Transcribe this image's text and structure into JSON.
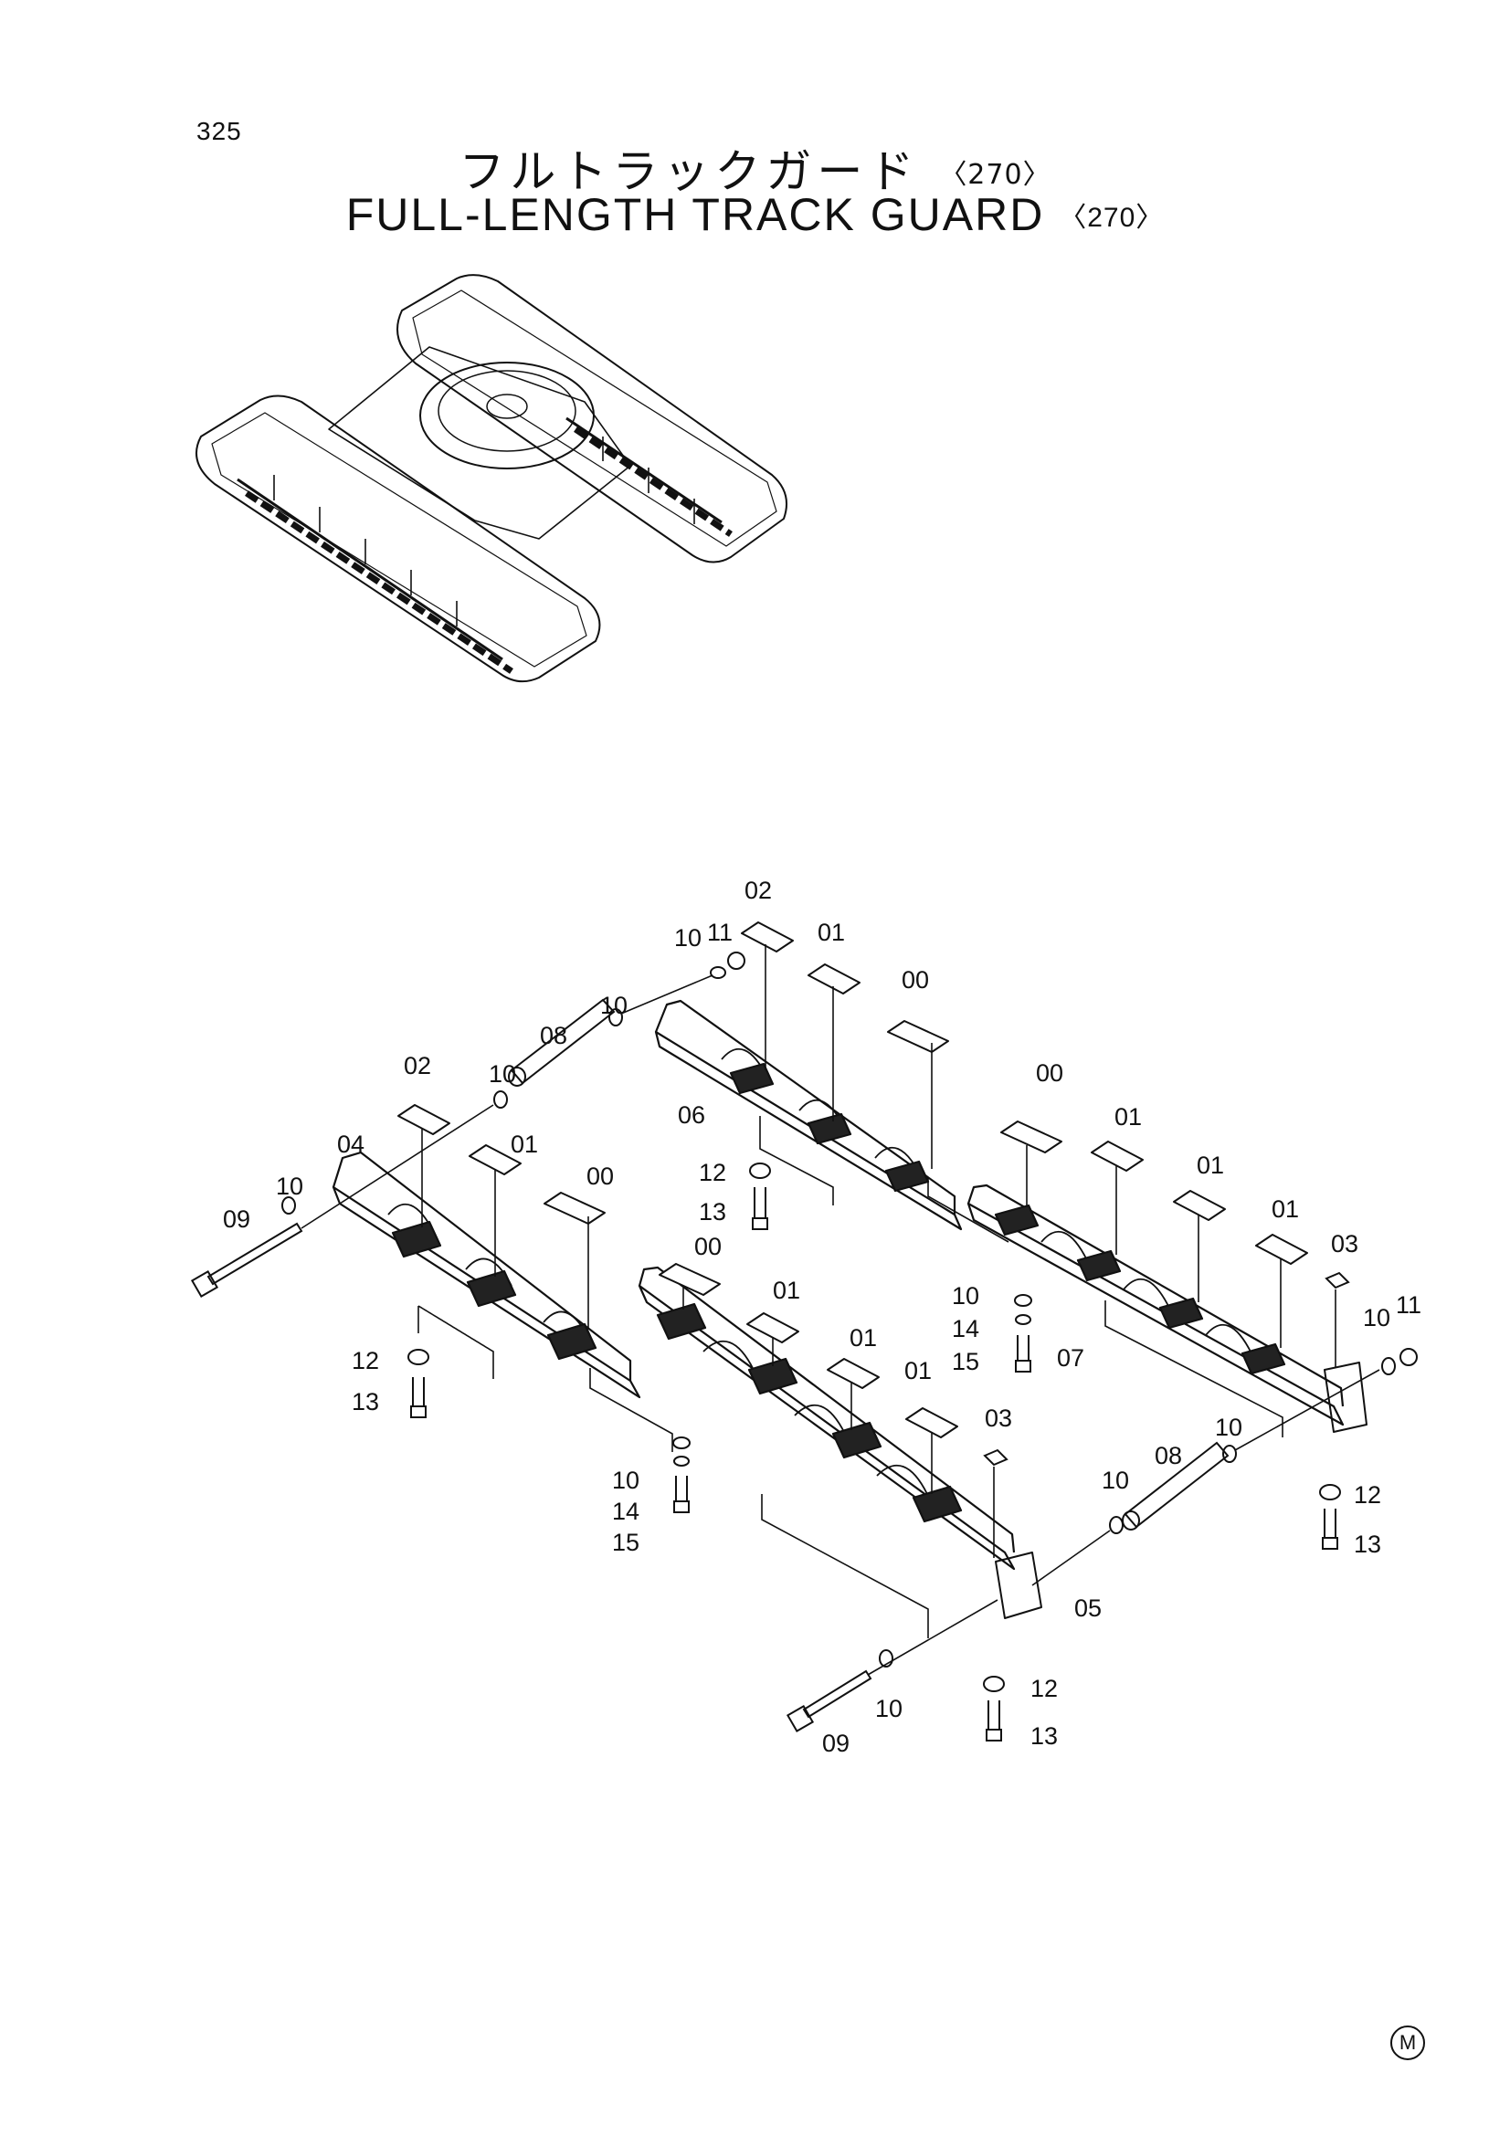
{
  "page_number": "325",
  "title": {
    "japanese": "フルトラックガード",
    "english": "FULL-LENGTH TRACK GUARD",
    "suffix": "〈270〉"
  },
  "callouts": {
    "c00a": "00",
    "c00b": "00",
    "c00c": "00",
    "c00d": "00",
    "c01a": "01",
    "c01b": "01",
    "c01c": "01",
    "c01d": "01",
    "c01e": "01",
    "c01f": "01",
    "c01g": "01",
    "c02a": "02",
    "c02b": "02",
    "c03a": "03",
    "c03b": "03",
    "c04": "04",
    "c05": "05",
    "c06": "06",
    "c07": "07",
    "c08a": "08",
    "c08b": "08",
    "c09a": "09",
    "c09b": "09",
    "c10a": "10",
    "c10b": "10",
    "c10c": "10",
    "c10d": "10",
    "c10e": "10",
    "c10f": "10",
    "c10g": "10",
    "c10h": "10",
    "c10i": "10",
    "c10j": "10",
    "c11a": "11",
    "c11b": "11",
    "c12a": "12",
    "c12b": "12",
    "c12c": "12",
    "c12d": "12",
    "c13a": "13",
    "c13b": "13",
    "c13c": "13",
    "c13d": "13",
    "c14a": "14",
    "c14b": "14",
    "c15a": "15",
    "c15b": "15"
  },
  "corner_mark": "M"
}
